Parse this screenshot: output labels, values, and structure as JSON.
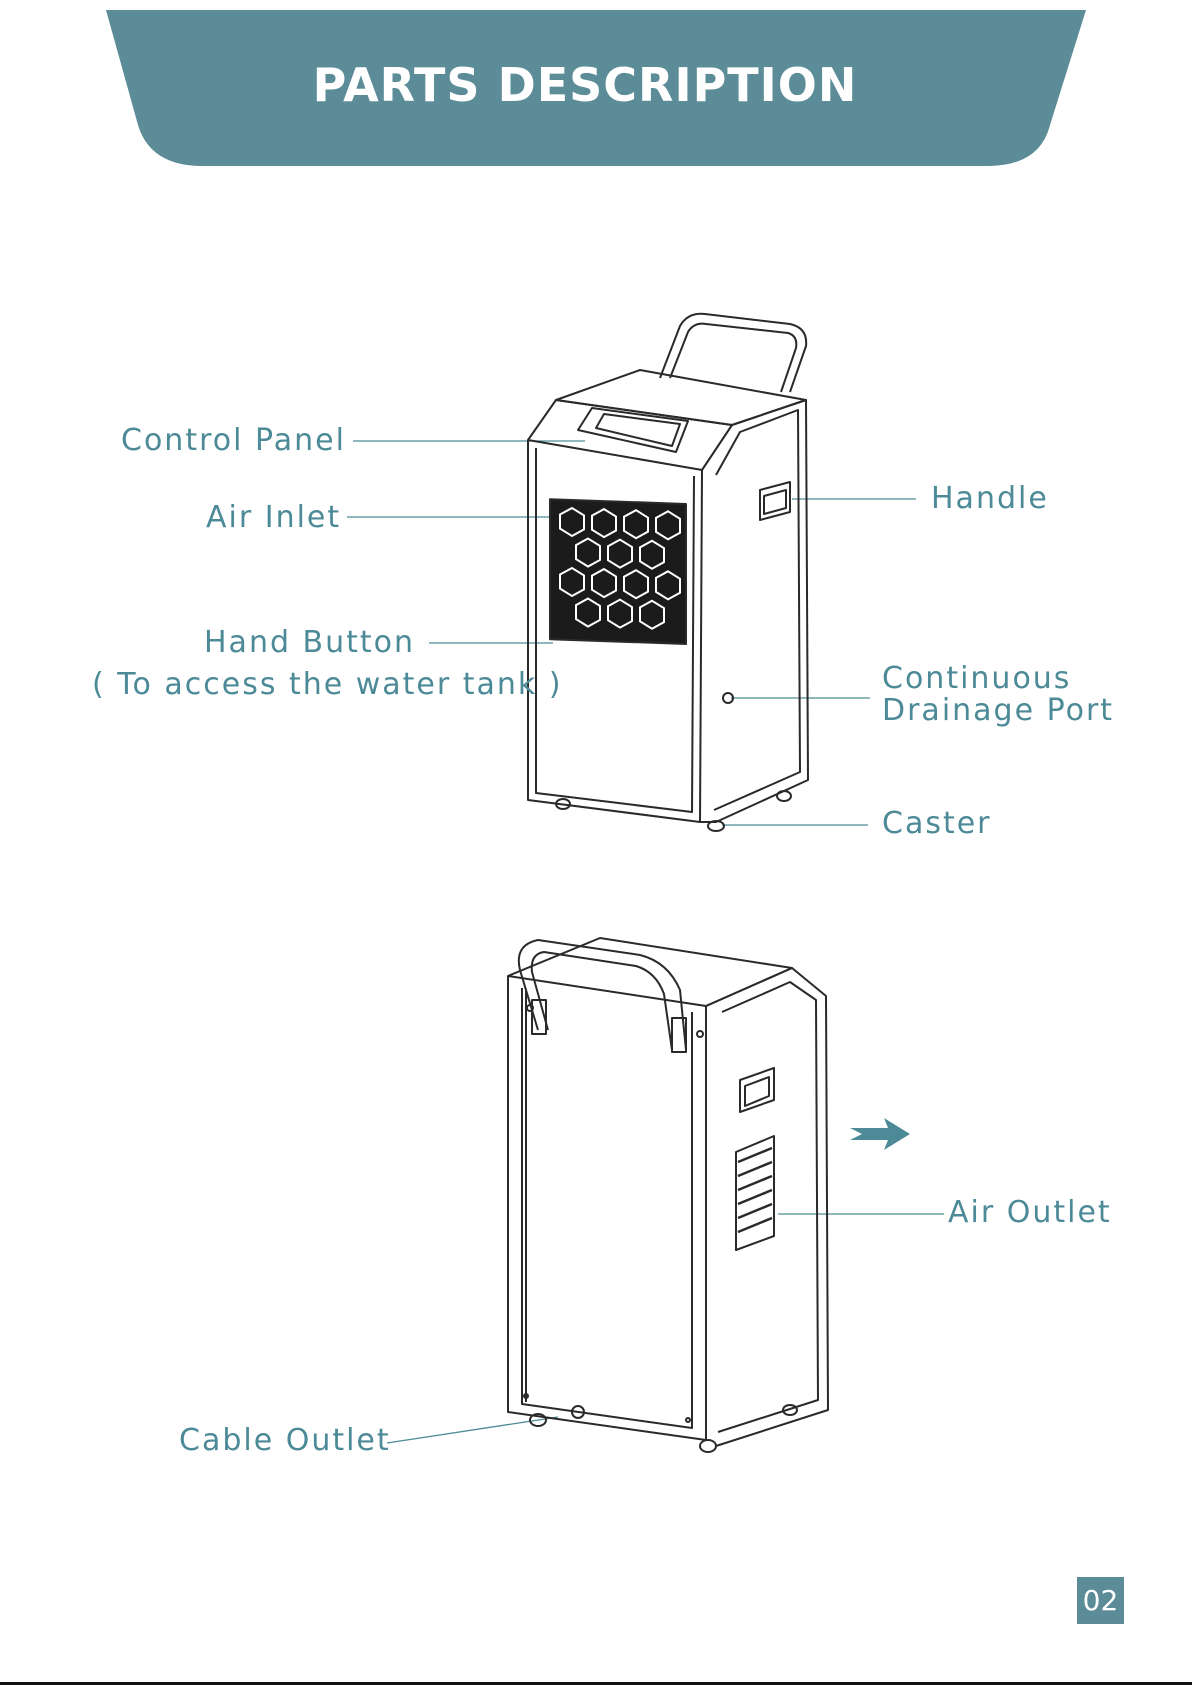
{
  "header": {
    "title": "PARTS DESCRIPTION",
    "color": "#5b8c98"
  },
  "labels": {
    "control_panel": "Control Panel",
    "air_inlet": "Air Inlet",
    "hand_button": "Hand Button",
    "hand_button_note": "( To access the water tank )",
    "handle": "Handle",
    "drainage_line1": "Continuous",
    "drainage_line2": "Drainage Port",
    "caster": "Caster",
    "air_outlet": "Air Outlet",
    "cable_outlet": "Cable Outlet"
  },
  "page_number": "02",
  "colors": {
    "label": "#4d8a97",
    "accent": "#5b8c98",
    "line_art": "#2a2a2a"
  }
}
